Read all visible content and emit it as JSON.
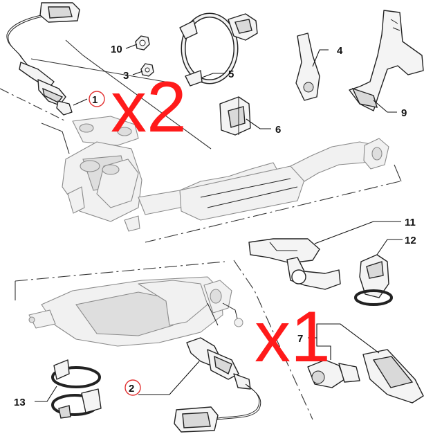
{
  "diagram": {
    "multipliers": {
      "upper": "x2",
      "lower": "x1"
    },
    "callouts": [
      {
        "id": "c1",
        "label": "1",
        "circled": true
      },
      {
        "id": "c2",
        "label": "2",
        "circled": true
      },
      {
        "id": "c3",
        "label": "3",
        "circled": false
      },
      {
        "id": "c4",
        "label": "4",
        "circled": false
      },
      {
        "id": "c5",
        "label": "5",
        "circled": false
      },
      {
        "id": "c6",
        "label": "6",
        "circled": false
      },
      {
        "id": "c7",
        "label": "7",
        "circled": false
      },
      {
        "id": "c9",
        "label": "9",
        "circled": false
      },
      {
        "id": "c10",
        "label": "10",
        "circled": false
      },
      {
        "id": "c11",
        "label": "11",
        "circled": false
      },
      {
        "id": "c12",
        "label": "12",
        "circled": false
      },
      {
        "id": "c13",
        "label": "13",
        "circled": false
      }
    ],
    "colors": {
      "multiplier": "#ff1a1a",
      "highlight_ring": "#e23030",
      "line": "#222222",
      "ghost_line": "#8a8a8a"
    }
  }
}
